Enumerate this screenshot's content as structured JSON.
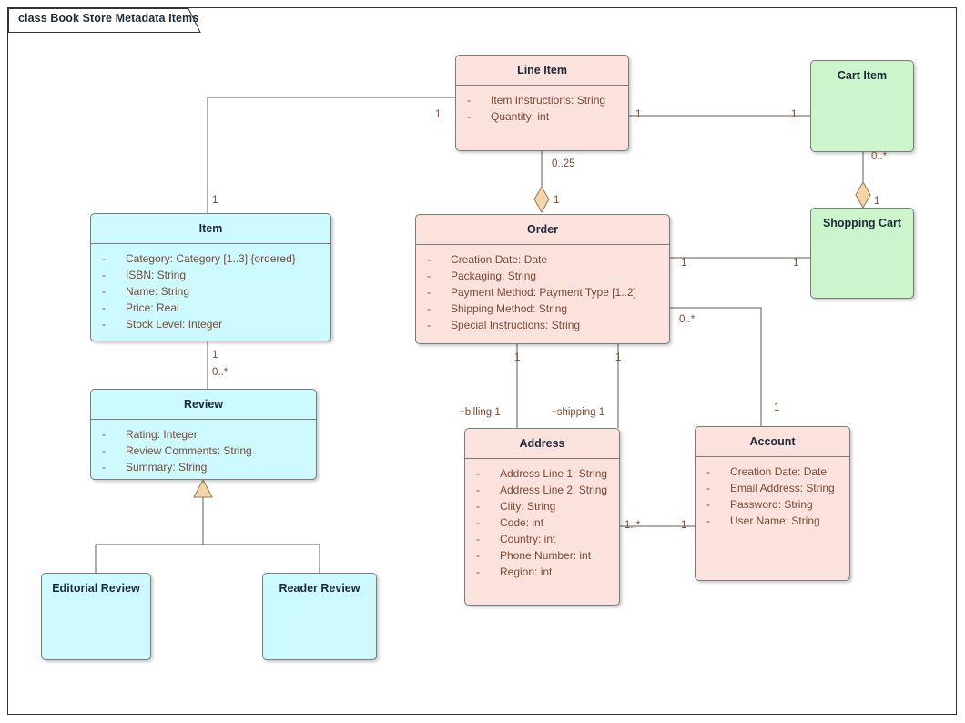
{
  "diagram": {
    "title": "class Book Store Metadata Items",
    "colors": {
      "pink": "#fce2dd",
      "cyan": "#ccfaff",
      "green": "#ccf5cc",
      "border": "#7b7b7b",
      "attribute_text": "#7a4a35",
      "class_name_text": "#1b2a3a",
      "connector": "#5b5b5b",
      "diamond_fill": "#f5d5a8"
    }
  },
  "classes": [
    {
      "id": "line-item",
      "name": "Line Item",
      "color": "pink",
      "attributes": [
        {
          "visibility": "-",
          "text": "Item Instructions: String"
        },
        {
          "visibility": "-",
          "text": "Quantity: int"
        }
      ]
    },
    {
      "id": "cart-item",
      "name": "Cart Item",
      "color": "green",
      "attributes": []
    },
    {
      "id": "item",
      "name": "Item",
      "color": "cyan",
      "attributes": [
        {
          "visibility": "-",
          "text": "Category: Category [1..3] {ordered}"
        },
        {
          "visibility": "-",
          "text": "ISBN: String"
        },
        {
          "visibility": "-",
          "text": "Name: String"
        },
        {
          "visibility": "-",
          "text": "Price: Real"
        },
        {
          "visibility": "-",
          "text": "Stock Level: Integer"
        }
      ]
    },
    {
      "id": "order",
      "name": "Order",
      "color": "pink",
      "attributes": [
        {
          "visibility": "-",
          "text": "Creation Date: Date"
        },
        {
          "visibility": "-",
          "text": "Packaging: String"
        },
        {
          "visibility": "-",
          "text": "Payment Method: Payment Type [1..2]"
        },
        {
          "visibility": "-",
          "text": "Shipping Method: String"
        },
        {
          "visibility": "-",
          "text": "Special Instructions: String"
        }
      ]
    },
    {
      "id": "shopping-cart",
      "name": "Shopping Cart",
      "color": "green",
      "attributes": []
    },
    {
      "id": "review",
      "name": "Review",
      "color": "cyan",
      "attributes": [
        {
          "visibility": "-",
          "text": "Rating: Integer"
        },
        {
          "visibility": "-",
          "text": "Review Comments: String"
        },
        {
          "visibility": "-",
          "text": "Summary: String"
        }
      ]
    },
    {
      "id": "address",
      "name": "Address",
      "color": "pink",
      "attributes": [
        {
          "visibility": "-",
          "text": "Address Line 1: String"
        },
        {
          "visibility": "-",
          "text": "Address Line 2: String"
        },
        {
          "visibility": "-",
          "text": "Ciity: String"
        },
        {
          "visibility": "-",
          "text": "Code: int"
        },
        {
          "visibility": "-",
          "text": "Country: int"
        },
        {
          "visibility": "-",
          "text": "Phone Number: int"
        },
        {
          "visibility": "-",
          "text": "Region: int"
        }
      ]
    },
    {
      "id": "account",
      "name": "Account",
      "color": "pink",
      "attributes": [
        {
          "visibility": "-",
          "text": "Creation Date: Date"
        },
        {
          "visibility": "-",
          "text": "Email Address: String"
        },
        {
          "visibility": "-",
          "text": "Password: String"
        },
        {
          "visibility": "-",
          "text": "User Name: String"
        }
      ]
    },
    {
      "id": "editorial-review",
      "name": "Editorial Review",
      "color": "cyan",
      "attributes": []
    },
    {
      "id": "reader-review",
      "name": "Reader Review",
      "color": "cyan",
      "attributes": []
    }
  ],
  "connector_labels": [
    {
      "id": "lineitem-item-src",
      "text": "1"
    },
    {
      "id": "lineitem-item-tgt",
      "text": "1"
    },
    {
      "id": "lineitem-cartitem-src",
      "text": "1"
    },
    {
      "id": "lineitem-cartitem-tgt",
      "text": "1"
    },
    {
      "id": "lineitem-order-src",
      "text": "0..25"
    },
    {
      "id": "lineitem-order-tgt",
      "text": "1"
    },
    {
      "id": "cartitem-shoppingcart-src",
      "text": "0..*"
    },
    {
      "id": "cartitem-shoppingcart-tgt",
      "text": "1"
    },
    {
      "id": "item-review-src",
      "text": "1"
    },
    {
      "id": "item-review-tgt",
      "text": "0..*"
    },
    {
      "id": "order-shoppingcart-src",
      "text": "1"
    },
    {
      "id": "order-shoppingcart-tgt",
      "text": "1"
    },
    {
      "id": "order-billing-src",
      "text": "1"
    },
    {
      "id": "order-billing-tgt",
      "text": "+billing 1"
    },
    {
      "id": "order-shipping-src",
      "text": "1"
    },
    {
      "id": "order-shipping-tgt",
      "text": "+shipping 1"
    },
    {
      "id": "order-account-src",
      "text": "0..*"
    },
    {
      "id": "order-account-tgt",
      "text": "1"
    },
    {
      "id": "address-account-src",
      "text": "1..*"
    },
    {
      "id": "address-account-tgt",
      "text": "1"
    }
  ]
}
